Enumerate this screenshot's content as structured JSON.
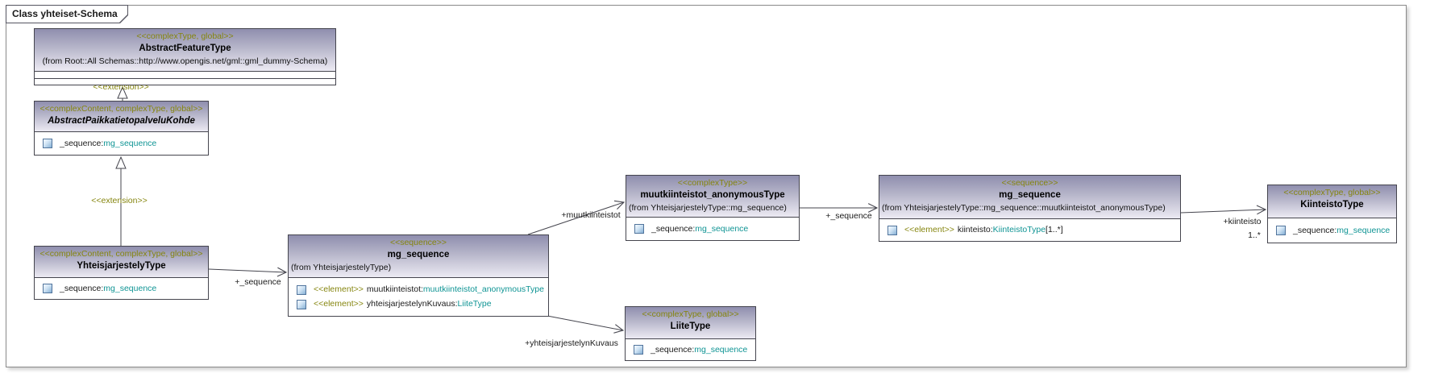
{
  "frame": {
    "title": "Class yhteiset-Schema"
  },
  "colors": {
    "header_gradient_top": "#8f8eae",
    "header_gradient_bottom": "#eceaf3",
    "stereotype_text": "#85850e",
    "type_text": "#0f9494",
    "box_border": "#45454e"
  },
  "icons": {
    "attribute": "attribute-square-icon"
  },
  "classes": {
    "abstractFeatureType": {
      "stereotype": "<<complexType, global>>",
      "name": "AbstractFeatureType",
      "origin": "(from Root::All Schemas::http://www.opengis.net/gml::gml_dummy-Schema)"
    },
    "abstractPaikkatietopalveluKohde": {
      "stereotype": "<<complexContent, complexType, global>>",
      "name": "AbstractPaikkatietopalveluKohde",
      "attribute": {
        "name": "_sequence:",
        "type": "mg_sequence"
      }
    },
    "yhteisjarjestelyType": {
      "stereotype": "<<complexContent, complexType, global>>",
      "name": "YhteisjarjestelyType",
      "attribute": {
        "name": "_sequence:",
        "type": "mg_sequence"
      }
    },
    "mgSequenceMain": {
      "stereotype": "<<sequence>>",
      "name": "mg_sequence",
      "origin": "(from YhteisjarjestelyType)",
      "attributes": [
        {
          "stereotype": "<<element>>",
          "name": "muutkiinteistot:",
          "type": "muutkiinteistot_anonymousType"
        },
        {
          "stereotype": "<<element>>",
          "name": "yhteisjarjestelynKuvaus:",
          "type": "LiiteType"
        }
      ]
    },
    "muutkiinteistotAnonymousType": {
      "stereotype": "<<complexType>>",
      "name": "muutkiinteistot_anonymousType",
      "origin": "(from YhteisjarjestelyType::mg_sequence)",
      "attribute": {
        "name": "_sequence:",
        "type": "mg_sequence"
      }
    },
    "mgSequenceInner": {
      "stereotype": "<<sequence>>",
      "name": "mg_sequence",
      "origin": "(from YhteisjarjestelyType::mg_sequence::muutkiinteistot_anonymousType)",
      "attribute": {
        "stereotype": "<<element>>",
        "name": "kiinteisto:",
        "type": "KiinteistoType",
        "multiplicity": "[1..*]"
      }
    },
    "kiinteistoType": {
      "stereotype": "<<complexType, global>>",
      "name": "KiinteistoType",
      "attribute": {
        "name": "_sequence:",
        "type": "mg_sequence"
      }
    },
    "liiteType": {
      "stereotype": "<<complexType, global>>",
      "name": "LiiteType",
      "attribute": {
        "name": "_sequence:",
        "type": "mg_sequence"
      }
    }
  },
  "connectors": {
    "extension1": {
      "label": "<<extension>>"
    },
    "extension2": {
      "label": "<<extension>>"
    },
    "sequence1": {
      "label": "+_sequence"
    },
    "muutkiinteistot": {
      "label": "+muutkiinteistot"
    },
    "sequence2": {
      "label": "+_sequence"
    },
    "kiinteisto": {
      "label": "+kiinteisto",
      "multiplicity": "1..*"
    },
    "yhteisjarjestelynKuvaus": {
      "label": "+yhteisjarjestelynKuvaus"
    }
  }
}
